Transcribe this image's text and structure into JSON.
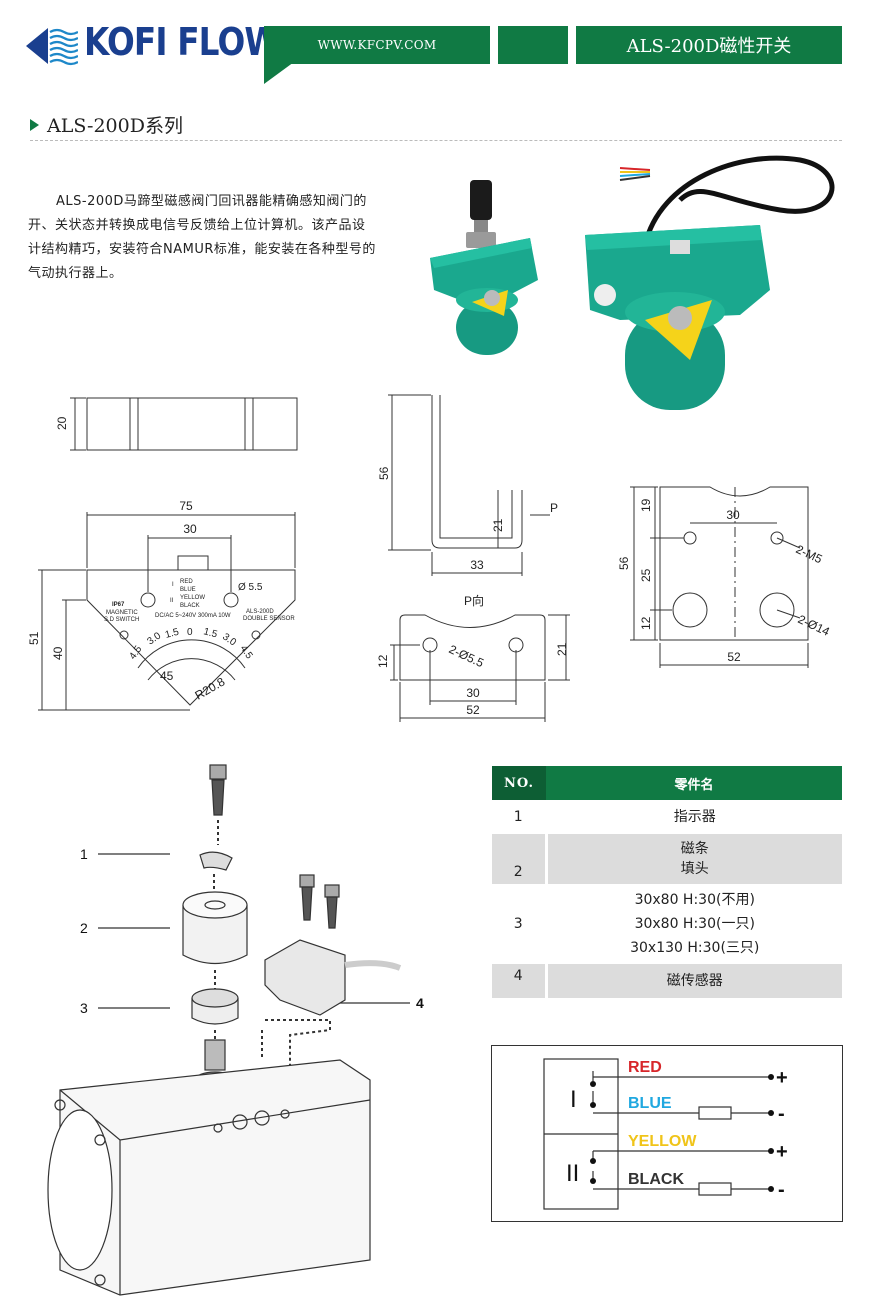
{
  "header": {
    "brand": "KOFI FLOW",
    "url": "WWW.KFCPV.COM",
    "model_title": "ALS-200D磁性开关"
  },
  "section": {
    "title": "ALS-200D系列",
    "intro": "ALS-200D马蹄型磁感阀门回讯器能精确感知阀门的开、关状态并转换成电信号反馈给上位计算机。该产品设计结构精巧，安装符合NAMUR标准，能安装在各种型号的气动执行器上。"
  },
  "drawings": {
    "side_view": {
      "height": "20"
    },
    "front_view": {
      "width_total": "75",
      "hole_spacing": "30",
      "height_total": "51",
      "height_lower": "40",
      "radius": "R20.8",
      "angle": "45",
      "hole_dia": "Ø 5.5",
      "scale_labels": [
        "4.5",
        "3.0",
        "1.5",
        "0",
        "1.5",
        "3.0",
        "4.5"
      ],
      "panel_text": {
        "ip": "IP67",
        "magnetic": "MAGNETIC",
        "switch": "S.D  SWITCH",
        "rating": "DC/AC 5~240V 300mA 10W",
        "model": "ALS-200D",
        "sensor": "DOUBLE SENSOR",
        "wires": [
          "RED",
          "BLUE",
          "YELLOW",
          "BLACK"
        ],
        "mark1": "I",
        "mark2": "II"
      }
    },
    "bracket_side": {
      "height": "56",
      "width": "33",
      "inner": "21",
      "p_label": "P"
    },
    "bracket_top": {
      "direction": "P向",
      "left": "12",
      "hole": "2-Ø5.5",
      "height": "21",
      "inner": "30",
      "width": "52"
    },
    "bracket_plate": {
      "top": "19",
      "spacing": "30",
      "thread": "2-M5",
      "height": "56",
      "mid": "25",
      "bottom": "12",
      "bore": "2-Ø14",
      "width": "52"
    }
  },
  "exploded_labels": [
    "1",
    "2",
    "3",
    "4"
  ],
  "parts_table": {
    "headers": {
      "no": "NO.",
      "name": "零件名"
    },
    "rows": [
      {
        "no": "1",
        "lines": [
          "指示器"
        ]
      },
      {
        "no": "2",
        "lines": [
          "磁条",
          "填头"
        ]
      },
      {
        "no": "3",
        "lines": [
          "30x80 H:30(不用)",
          "30x80 H:30(一只)",
          "30x130 H:30(三只)"
        ]
      },
      {
        "no": "4",
        "lines": [
          "磁传感器"
        ]
      }
    ]
  },
  "wiring": {
    "sensor1": "I",
    "sensor2": "II",
    "wires": [
      {
        "label": "RED",
        "color": "#d7262a",
        "sign": "+"
      },
      {
        "label": "BLUE",
        "color": "#20a8e0",
        "sign": "-"
      },
      {
        "label": "YELLOW",
        "color": "#f0c419",
        "sign": "+"
      },
      {
        "label": "BLACK",
        "color": "#333333",
        "sign": "-"
      }
    ]
  },
  "colors": {
    "brand_green": "#107a44",
    "brand_blue": "#1a3f8f",
    "product_teal": "#1aa88e",
    "knob_yellow": "#f5d31a"
  }
}
